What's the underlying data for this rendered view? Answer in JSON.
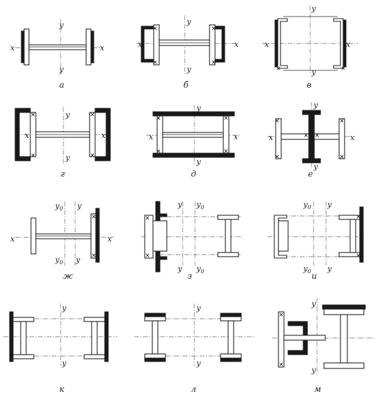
{
  "labels": {
    "x": "x",
    "y": "y",
    "y0": "y",
    "y0_sub": "0"
  },
  "captions": {
    "a": "а",
    "b": "б",
    "v": "в",
    "g": "г",
    "d": "д",
    "e": "е",
    "zh": "ж",
    "z": "з",
    "i": "и",
    "k": "к",
    "l": "л",
    "m": "м"
  }
}
